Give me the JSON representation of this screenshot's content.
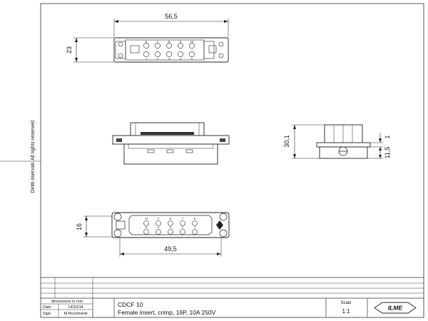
{
  "side_notes": {
    "rights_reserved": "All rights reserved",
    "rights_reserved_it": "Diritti riservati"
  },
  "dimensions": {
    "top_width": "56,5",
    "top_height": "23",
    "side_height": "30,1",
    "side_small": "1",
    "side_lower": "11,5",
    "bottom_width": "49,5",
    "bottom_height": "16"
  },
  "pin_numbers": {
    "top_row_upper": [
      "6",
      "7",
      "8",
      "9",
      "10"
    ],
    "top_row_lower": [
      "1",
      "2",
      "3",
      "4",
      "5"
    ],
    "bottom_row_upper": [
      "10",
      "9",
      "8",
      "7",
      "6"
    ],
    "bottom_row_lower": [
      "5",
      "4",
      "3",
      "2",
      "1"
    ]
  },
  "title_block": {
    "dimensions_note": "dimensions in mm",
    "date_label": "Date",
    "date_value": "14/10/14",
    "sign_label": "Sign.",
    "sign_value": "M.Pezzimenti",
    "code": "CDCF 10",
    "description": "Female insert, crimp, 16P, 10A 250V",
    "scale_label": "Scale",
    "scale_value": "1:1",
    "logo_text": "ILME"
  }
}
